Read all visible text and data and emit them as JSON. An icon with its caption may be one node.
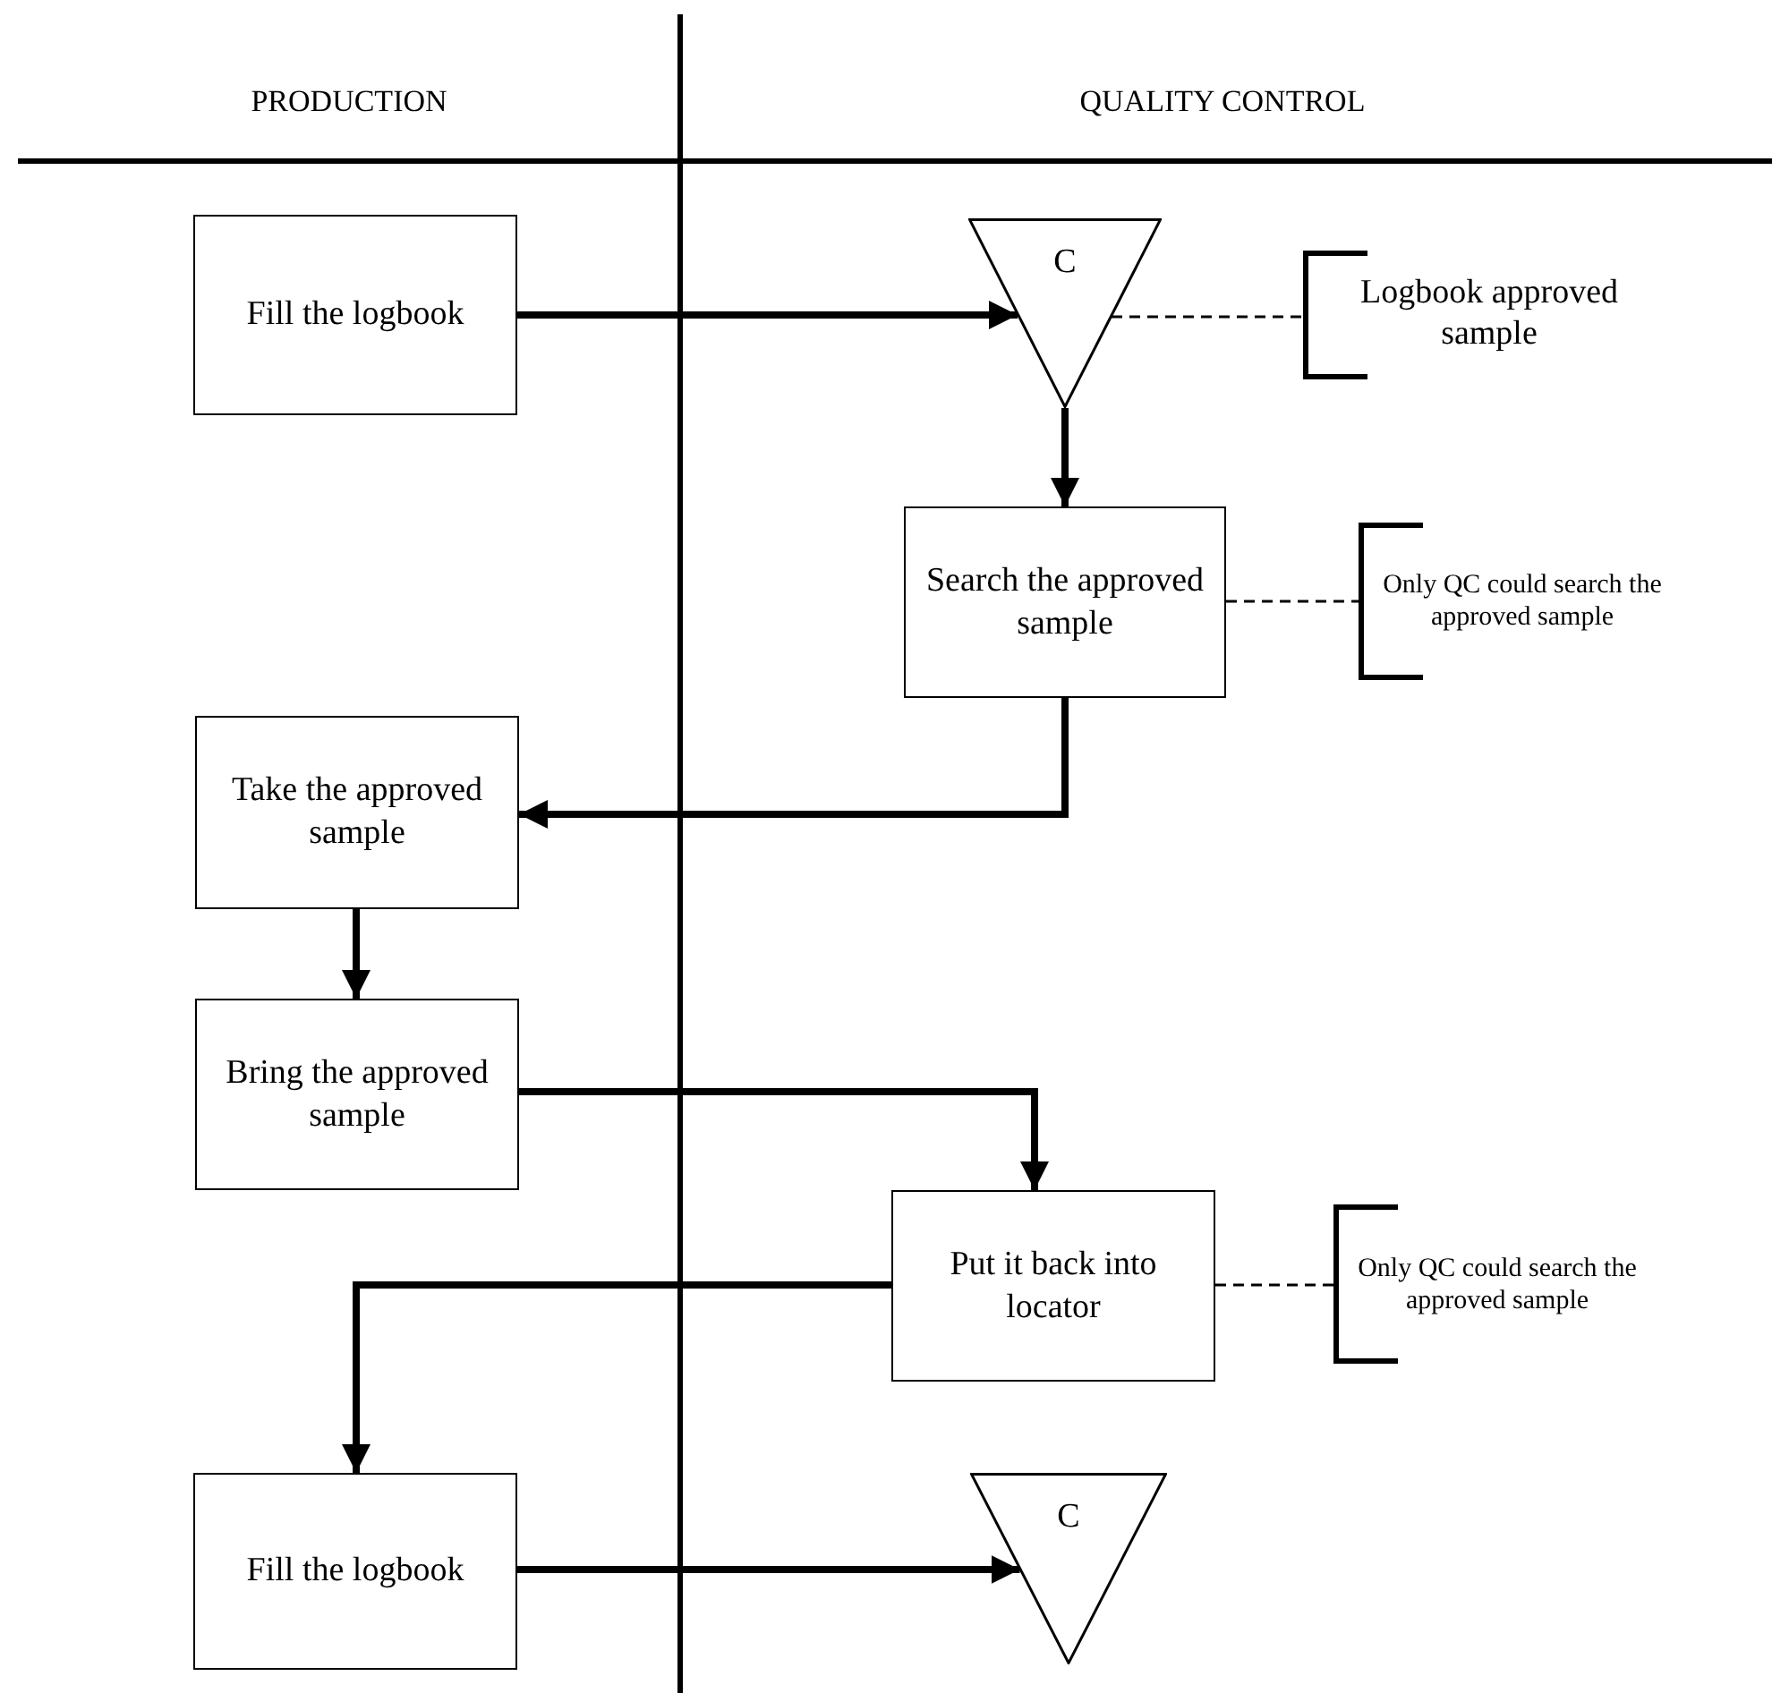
{
  "diagram": {
    "nodes": [
      {
        "text": [
          "Fill the logbook"
        ]
      },
      {
        "text": [
          "C"
        ]
      },
      {
        "text": [
          "Logbook approved sample"
        ]
      },
      {
        "text": [
          "Search the approved sample"
        ]
      },
      {
        "text": [
          "Only QC could search the approved sample"
        ]
      },
      {
        "text": [
          "Take the approved sample"
        ]
      },
      {
        "text": [
          "Bring the approved sample"
        ]
      },
      {
        "text": [
          "Put it back into locator"
        ]
      },
      {
        "text": [
          "Only QC could search the approved sample"
        ]
      },
      {
        "text": [
          "Fill the logbook"
        ]
      },
      {
        "text": [
          "C"
        ]
      }
    ],
    "edges": [
      {
        "from": 0,
        "to": 1,
        "arrow": "to"
      },
      {
        "from": 1,
        "to": 2,
        "arrow": "none",
        "style": "dashed"
      },
      {
        "from": 1,
        "to": 3,
        "arrow": "to"
      },
      {
        "from": 3,
        "to": 4,
        "arrow": "none",
        "style": "dashed"
      },
      {
        "from": 3,
        "to": 5,
        "arrow": "to"
      },
      {
        "from": 5,
        "to": 6,
        "arrow": "to"
      },
      {
        "from": 6,
        "to": 7,
        "arrow": "to"
      },
      {
        "from": 7,
        "to": 8,
        "arrow": "none",
        "style": "dashed"
      },
      {
        "from": 7,
        "to": 9,
        "arrow": "to"
      },
      {
        "from": 9,
        "to": 10,
        "arrow": "to"
      }
    ],
    "labels": [
      "PRODUCTION",
      "QUALITY CONTROL"
    ]
  }
}
